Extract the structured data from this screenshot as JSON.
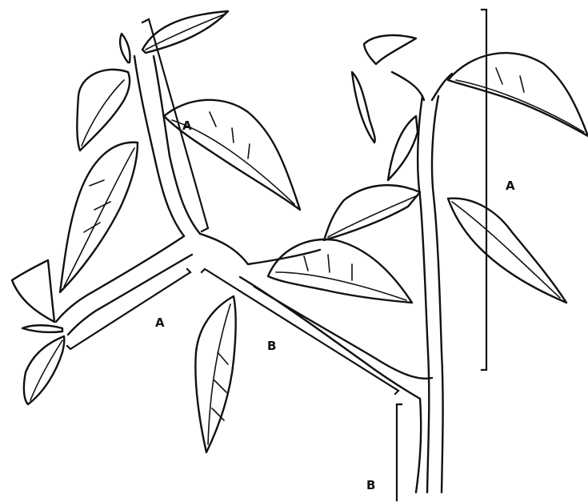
{
  "labels": {
    "upper_left_A": "A",
    "right_A": "A",
    "lower_left_A": "A",
    "middle_B": "B",
    "bottom_B": "B"
  }
}
